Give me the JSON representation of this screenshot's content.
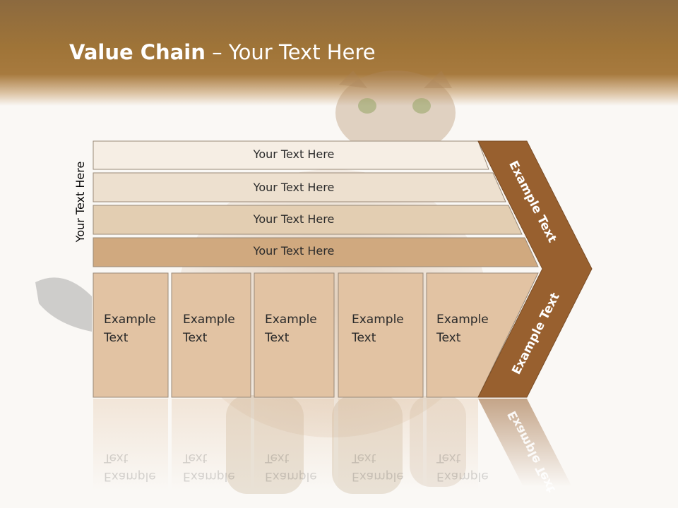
{
  "title": {
    "bold": "Value Chain",
    "rest": " – Your Text Here"
  },
  "side_label": "Your Text Here",
  "bars": [
    {
      "label": "Your Text Here",
      "color": "#f6eee4"
    },
    {
      "label": "Your Text Here",
      "color": "#ede0cf"
    },
    {
      "label": "Your Text Here",
      "color": "#e3ceb2"
    },
    {
      "label": "Your Text Here",
      "color": "#d0a97f"
    }
  ],
  "boxes": [
    {
      "label": "Example Text"
    },
    {
      "label": "Example Text"
    },
    {
      "label": "Example Text"
    },
    {
      "label": "Example Text"
    },
    {
      "label": "Example Text"
    }
  ],
  "arrow": {
    "upper_label": "Example Text",
    "lower_label": "Example Text",
    "color": "#98602f"
  },
  "colors": {
    "box_fill": "#e2c3a3",
    "box_stroke": "#9a8a78",
    "header": "#a3783c"
  }
}
